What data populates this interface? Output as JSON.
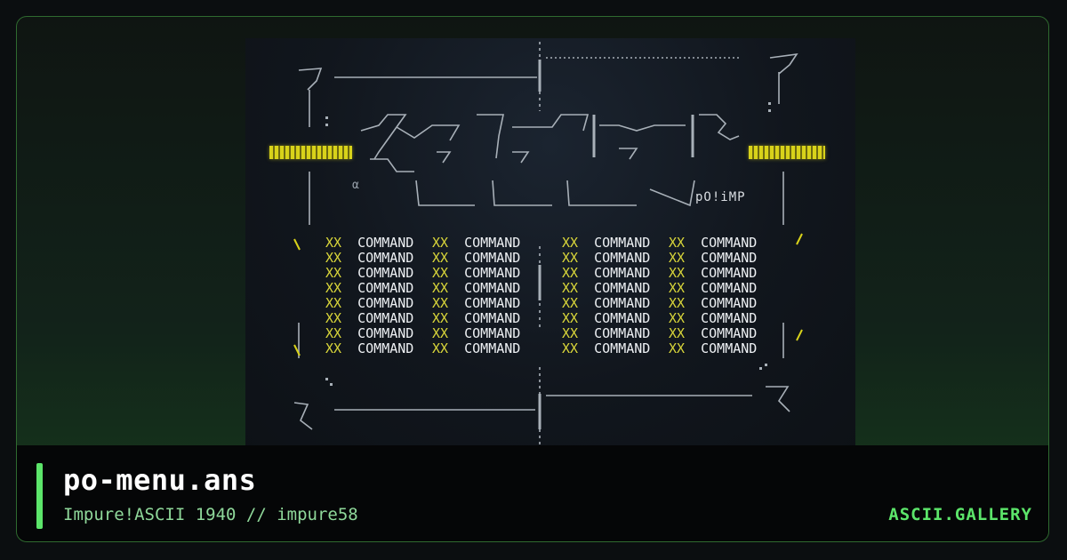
{
  "card": {
    "title": "po-menu.ans",
    "subtitle": "Impure!ASCII 1940 // impure58",
    "brand": "ASCII.GALLERY"
  },
  "art": {
    "logo_tag": "pO!iMP",
    "alpha_glyph": "α",
    "menu": {
      "marker": "XX",
      "command_label": "COMMAND",
      "columns": 4,
      "rows_per_column": 8
    }
  },
  "colors": {
    "accent": "#5ce56a",
    "yellow": "#d8d21a",
    "art_bg": "#11161d"
  }
}
